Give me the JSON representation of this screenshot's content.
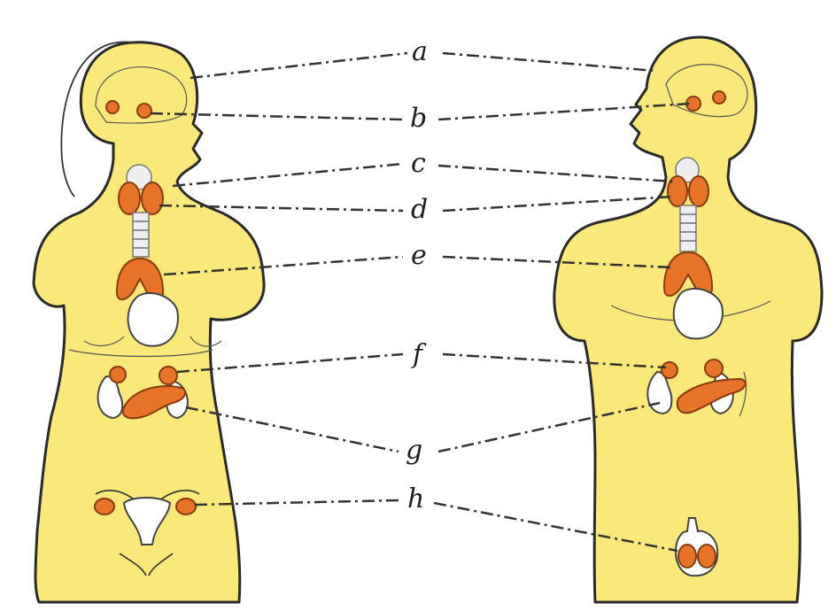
{
  "labels": [
    {
      "id": "a",
      "text": "a"
    },
    {
      "id": "b",
      "text": "b"
    },
    {
      "id": "c",
      "text": "c"
    },
    {
      "id": "d",
      "text": "d"
    },
    {
      "id": "e",
      "text": "e"
    },
    {
      "id": "f",
      "text": "f"
    },
    {
      "id": "g",
      "text": "g"
    },
    {
      "id": "h",
      "text": "h"
    }
  ],
  "colors": {
    "skin": "#fbe87a",
    "gland": "#e8742a",
    "outline": "#2a2a2a",
    "background": "#ffffff"
  }
}
